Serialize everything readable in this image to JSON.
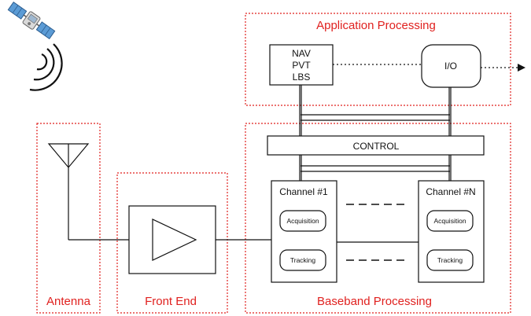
{
  "diagram": {
    "sections": {
      "application": "Application Processing",
      "antenna": "Antenna",
      "front_end": "Front End",
      "baseband": "Baseband Processing"
    },
    "blocks": {
      "nav": [
        "NAV",
        "PVT",
        "LBS"
      ],
      "io": "I/O",
      "control": "CONTROL",
      "channel_first": {
        "title": "Channel #1",
        "acquisition": "Acquisition",
        "tracking": "Tracking"
      },
      "channel_last": {
        "title": "Channel #N",
        "acquisition": "Acquisition",
        "tracking": "Tracking"
      }
    },
    "icons": [
      "satellite-icon",
      "signal-waves-icon",
      "antenna-icon",
      "amplifier-icon",
      "arrow-right-icon"
    ],
    "colors": {
      "section_border": "#e0211f",
      "section_text": "#e0211f",
      "block_border": "#000000",
      "satellite_panel": "#4a90d9"
    }
  }
}
